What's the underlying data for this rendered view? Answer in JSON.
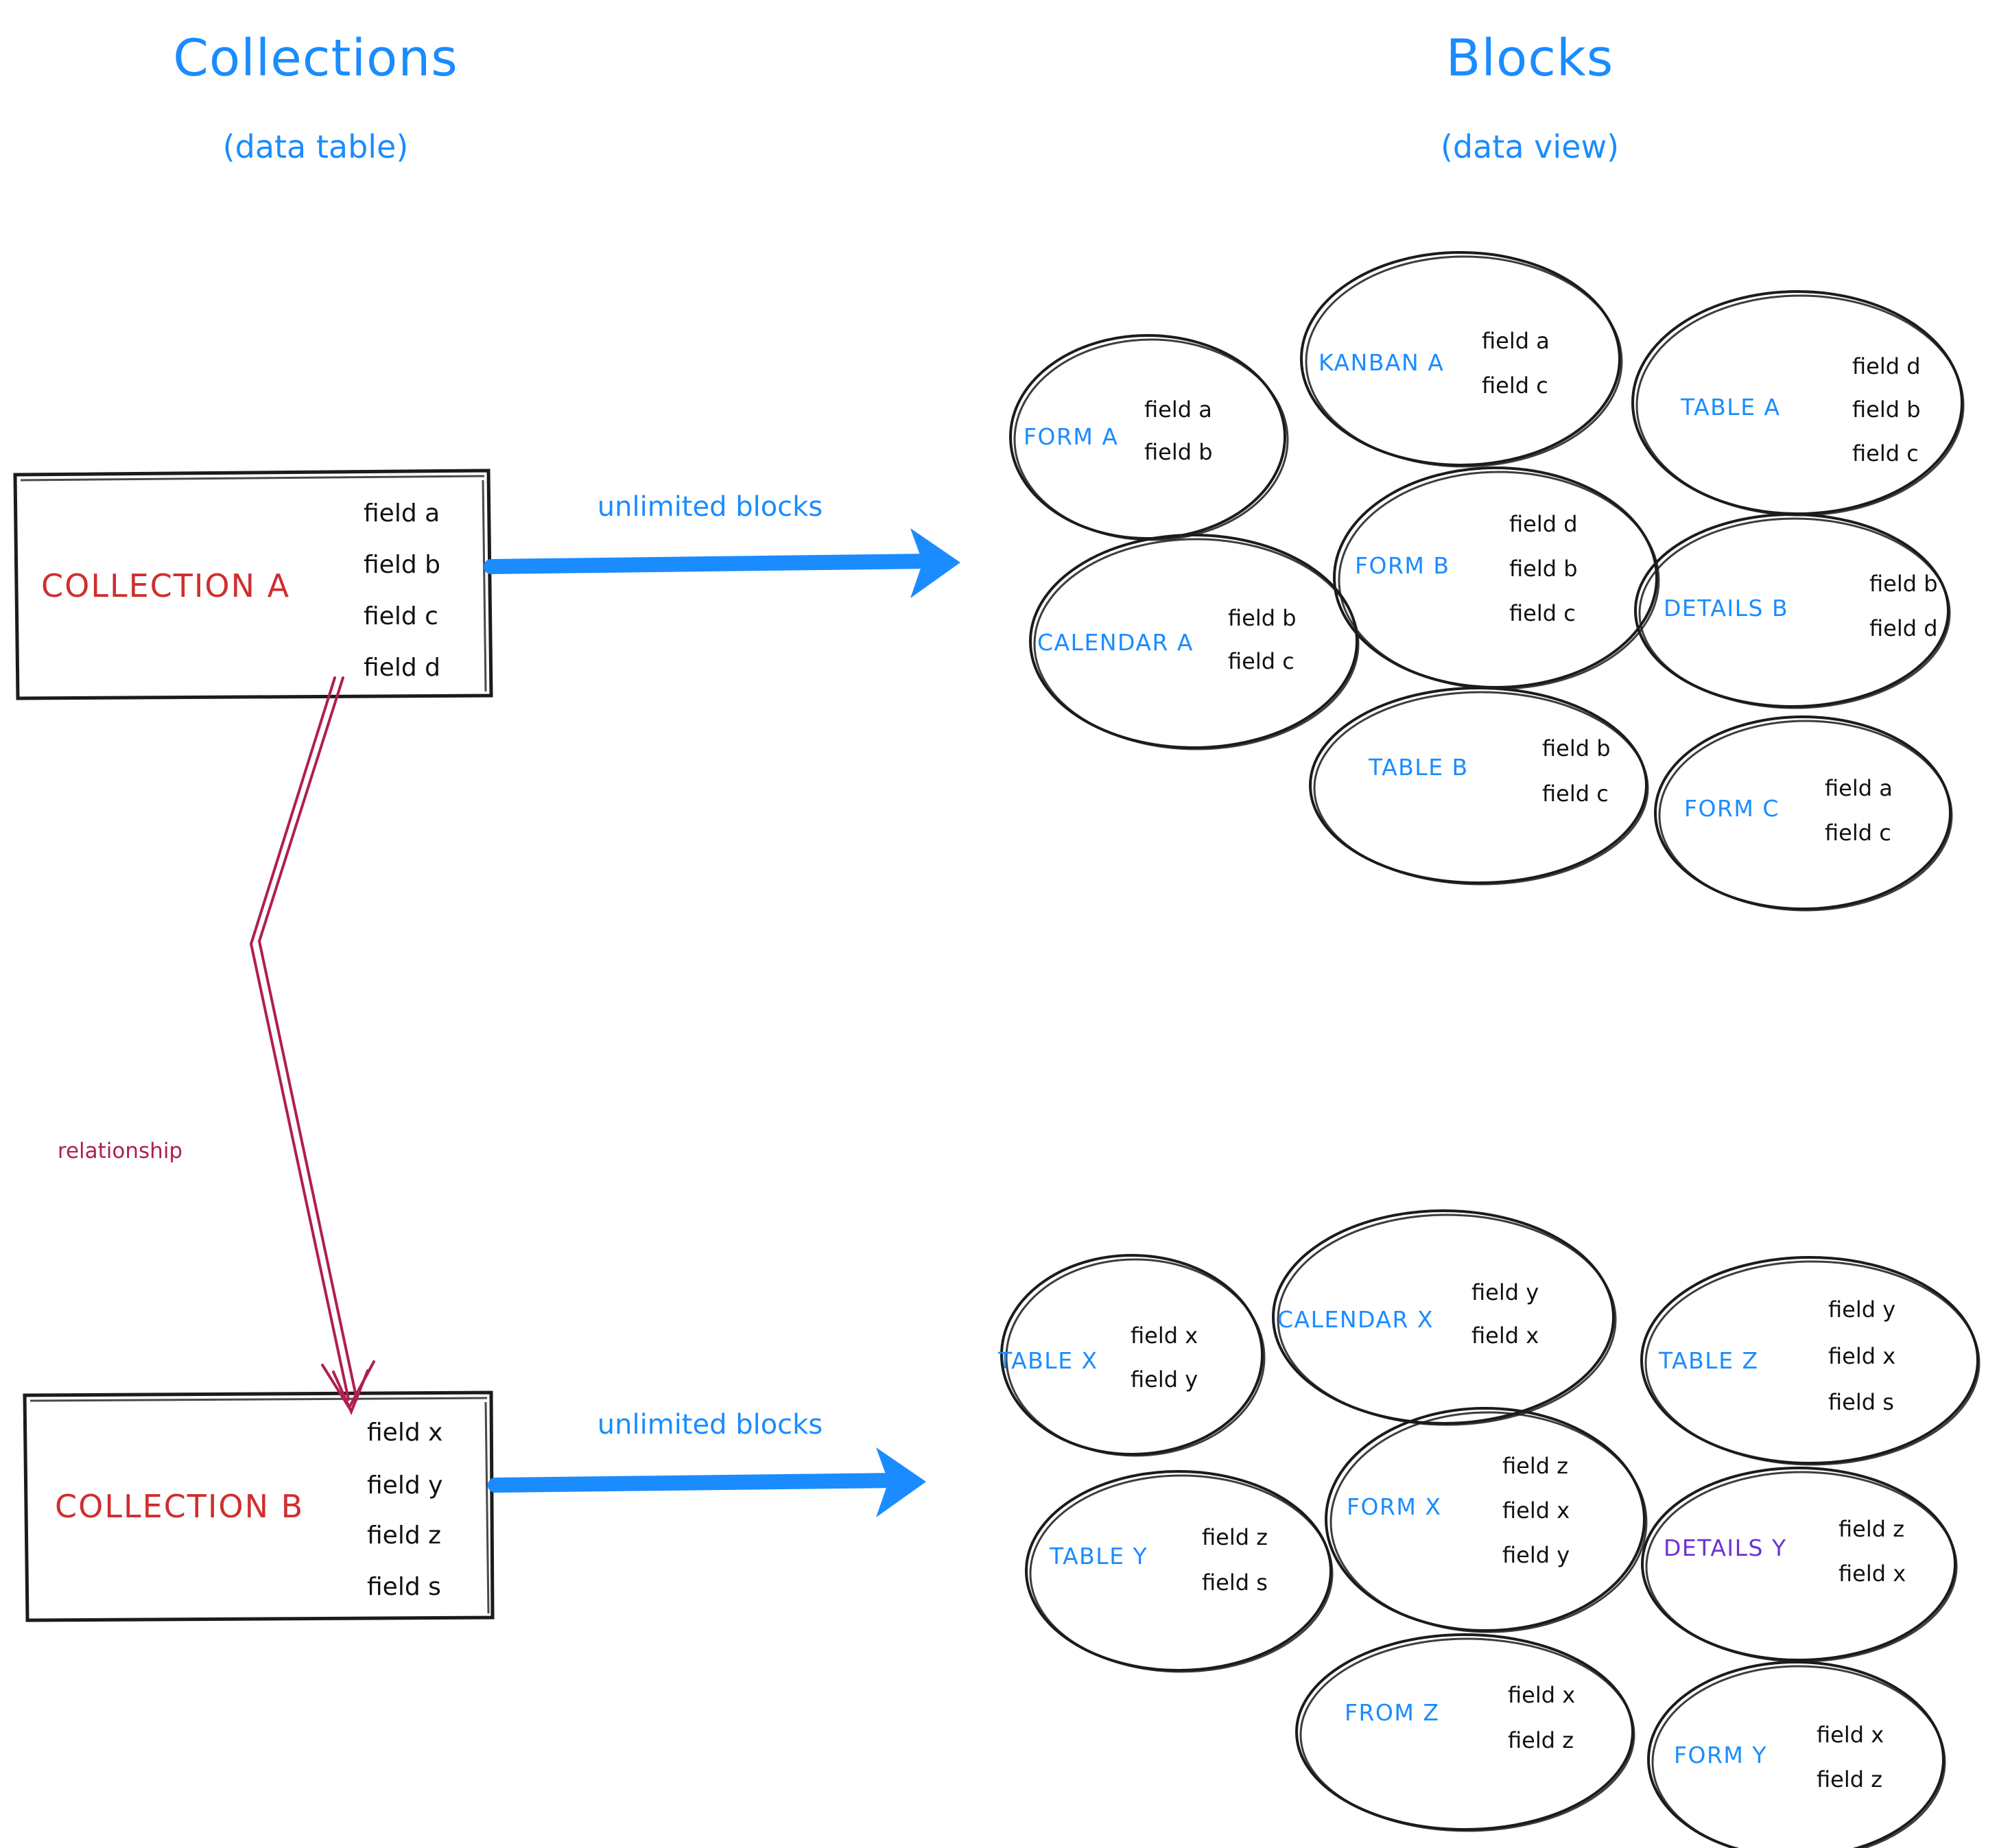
{
  "headings": {
    "left_title": "Collections",
    "left_subtitle": "(data table)",
    "right_title": "Blocks",
    "right_subtitle": "(data view)"
  },
  "colors": {
    "accent_blue": "#1a8cff",
    "collection_red": "#cf2e2e",
    "relationship_crimson": "#b01e52",
    "details_purple": "#6b33d6",
    "ink_black": "#1b1b1b",
    "background": "#ffffff"
  },
  "collections": [
    {
      "id": "collection-a",
      "name": "COLLECTION A",
      "fields": [
        "field a",
        "field b",
        "field c",
        "field d"
      ]
    },
    {
      "id": "collection-b",
      "name": "COLLECTION B",
      "fields": [
        "field x",
        "field y",
        "field z",
        "field s"
      ]
    }
  ],
  "arrows": [
    {
      "id": "arrow-a",
      "label": "unlimited blocks"
    },
    {
      "id": "arrow-b",
      "label": "unlimited blocks"
    }
  ],
  "relationship": {
    "label": "relationship"
  },
  "block_groups": [
    {
      "id": "blocks-for-collection-a",
      "blocks": [
        {
          "id": "form-a",
          "name": "FORM A",
          "color": "blue",
          "fields": [
            "field a",
            "field b"
          ]
        },
        {
          "id": "kanban-a",
          "name": "KANBAN A",
          "color": "blue",
          "fields": [
            "field a",
            "field c"
          ]
        },
        {
          "id": "table-a",
          "name": "TABLE A",
          "color": "blue",
          "fields": [
            "field d",
            "field b",
            "field c"
          ]
        },
        {
          "id": "calendar-a",
          "name": "CALENDAR A",
          "color": "blue",
          "fields": [
            "field b",
            "field c"
          ]
        },
        {
          "id": "form-b",
          "name": "FORM B",
          "color": "blue",
          "fields": [
            "field d",
            "field b",
            "field c"
          ]
        },
        {
          "id": "details-b",
          "name": "DETAILS B",
          "color": "blue",
          "fields": [
            "field b",
            "field d"
          ]
        },
        {
          "id": "table-b",
          "name": "TABLE B",
          "color": "blue",
          "fields": [
            "field b",
            "field c"
          ]
        },
        {
          "id": "form-c",
          "name": "FORM C",
          "color": "blue",
          "fields": [
            "field a",
            "field c"
          ]
        }
      ]
    },
    {
      "id": "blocks-for-collection-b",
      "blocks": [
        {
          "id": "table-x",
          "name": "TABLE X",
          "color": "blue",
          "fields": [
            "field x",
            "field y"
          ]
        },
        {
          "id": "calendar-x",
          "name": "CALENDAR X",
          "color": "blue",
          "fields": [
            "field y",
            "field x"
          ]
        },
        {
          "id": "table-z",
          "name": "TABLE Z",
          "color": "blue",
          "fields": [
            "field y",
            "field x",
            "field s"
          ]
        },
        {
          "id": "table-y",
          "name": "TABLE Y",
          "color": "blue",
          "fields": [
            "field z",
            "field s"
          ]
        },
        {
          "id": "form-x",
          "name": "FORM X",
          "color": "blue",
          "fields": [
            "field z",
            "field x",
            "field y"
          ]
        },
        {
          "id": "details-y",
          "name": "DETAILS Y",
          "color": "purple",
          "fields": [
            "field z",
            "field x"
          ]
        },
        {
          "id": "from-z",
          "name": "FROM Z",
          "color": "blue",
          "fields": [
            "field x",
            "field z"
          ]
        },
        {
          "id": "form-y",
          "name": "FORM Y",
          "color": "blue",
          "fields": [
            "field x",
            "field z"
          ]
        }
      ]
    }
  ]
}
